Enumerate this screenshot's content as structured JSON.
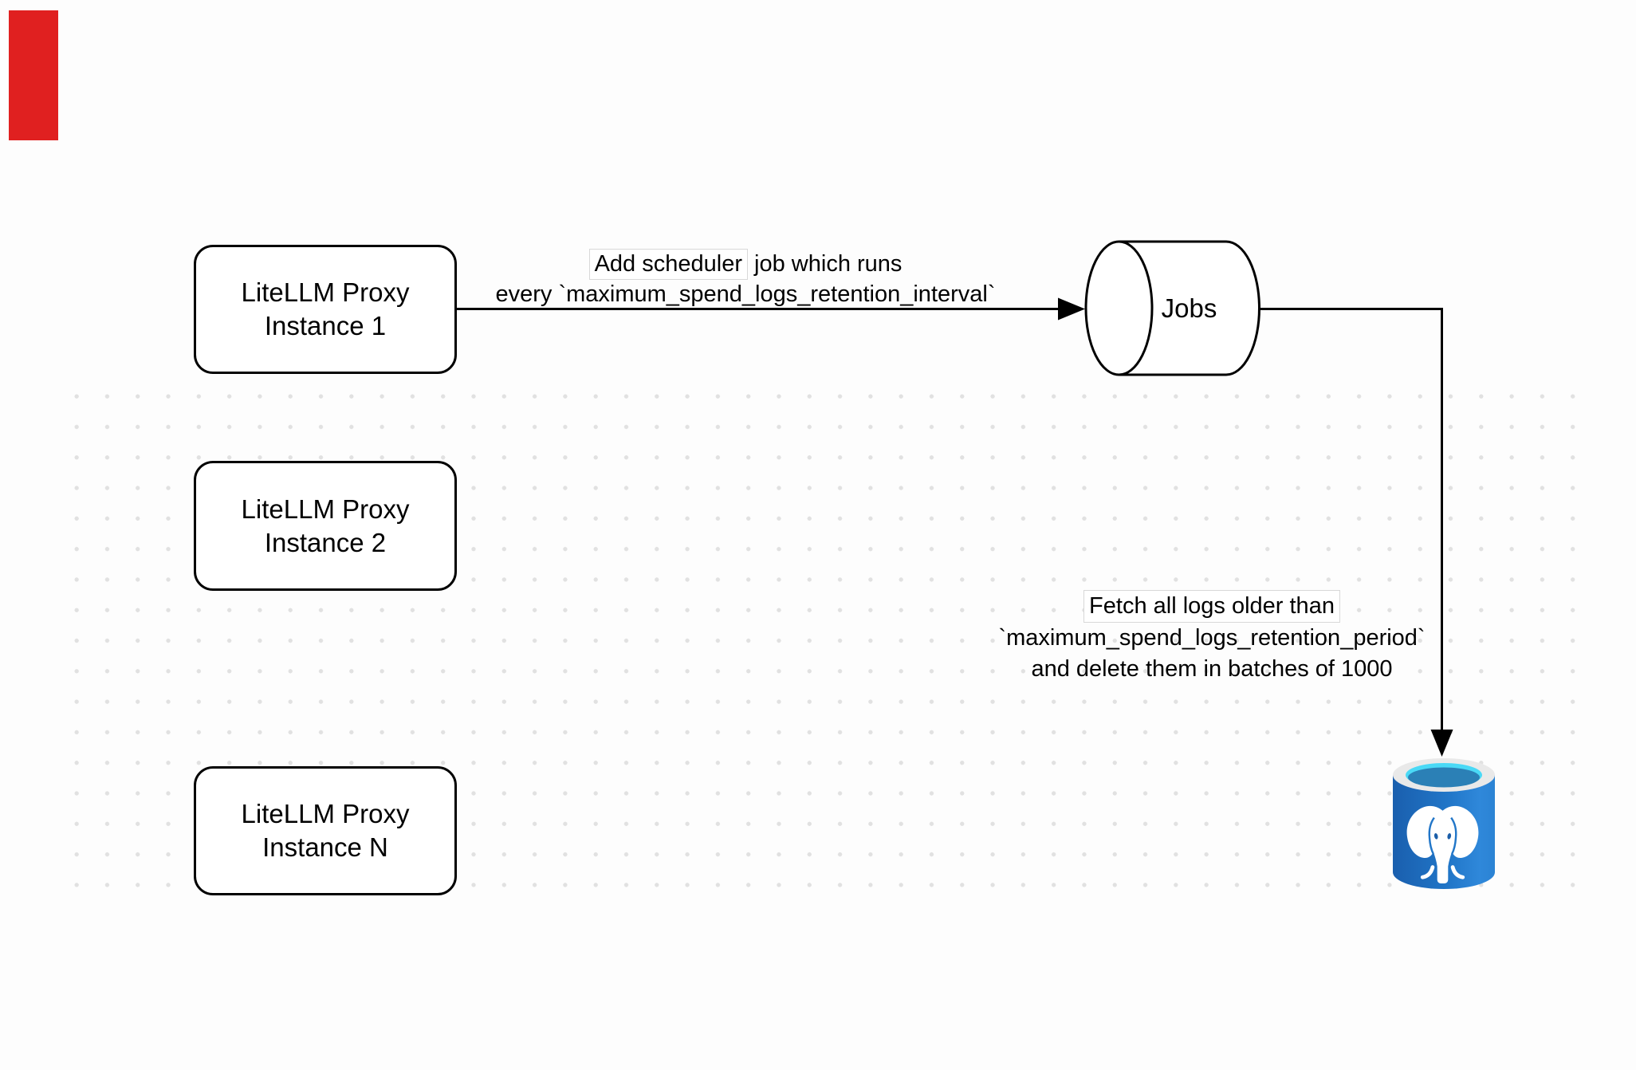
{
  "diagram": {
    "nodes": {
      "instance_1": {
        "title_line1": "LiteLLM Proxy",
        "title_line2": "Instance 1"
      },
      "instance_2": {
        "title_line1": "LiteLLM Proxy",
        "title_line2": "Instance 2"
      },
      "instance_n": {
        "title_line1": "LiteLLM Proxy",
        "title_line2": "Instance N"
      },
      "jobs_queue": {
        "label": "Jobs"
      },
      "postgres_db": {
        "icon": "postgresql-database-icon"
      }
    },
    "edges": {
      "add_scheduler": {
        "boxed_text": "Add scheduler",
        "text_after_box": " job which runs",
        "line2": "every `maximum_spend_logs_retention_interval`"
      },
      "fetch_delete": {
        "boxed_text": "Fetch all logs older than",
        "line2": "`maximum_spend_logs_retention_period`",
        "line3": "and delete them in batches of 1000"
      }
    },
    "colors": {
      "background": "#fdfdfd",
      "stroke": "#000000",
      "dot_grid": "#e1e1e1",
      "red_shape": "#e02020",
      "label_box_border": "#d8d8d8",
      "postgres_blue_dark": "#1a5fae",
      "postgres_blue_light": "#2f88da",
      "postgres_ring": "#e9e9e9",
      "postgres_liquid": "#2b80b6",
      "postgres_cyan": "#4ad9f6",
      "elephant": "#ffffff"
    }
  }
}
